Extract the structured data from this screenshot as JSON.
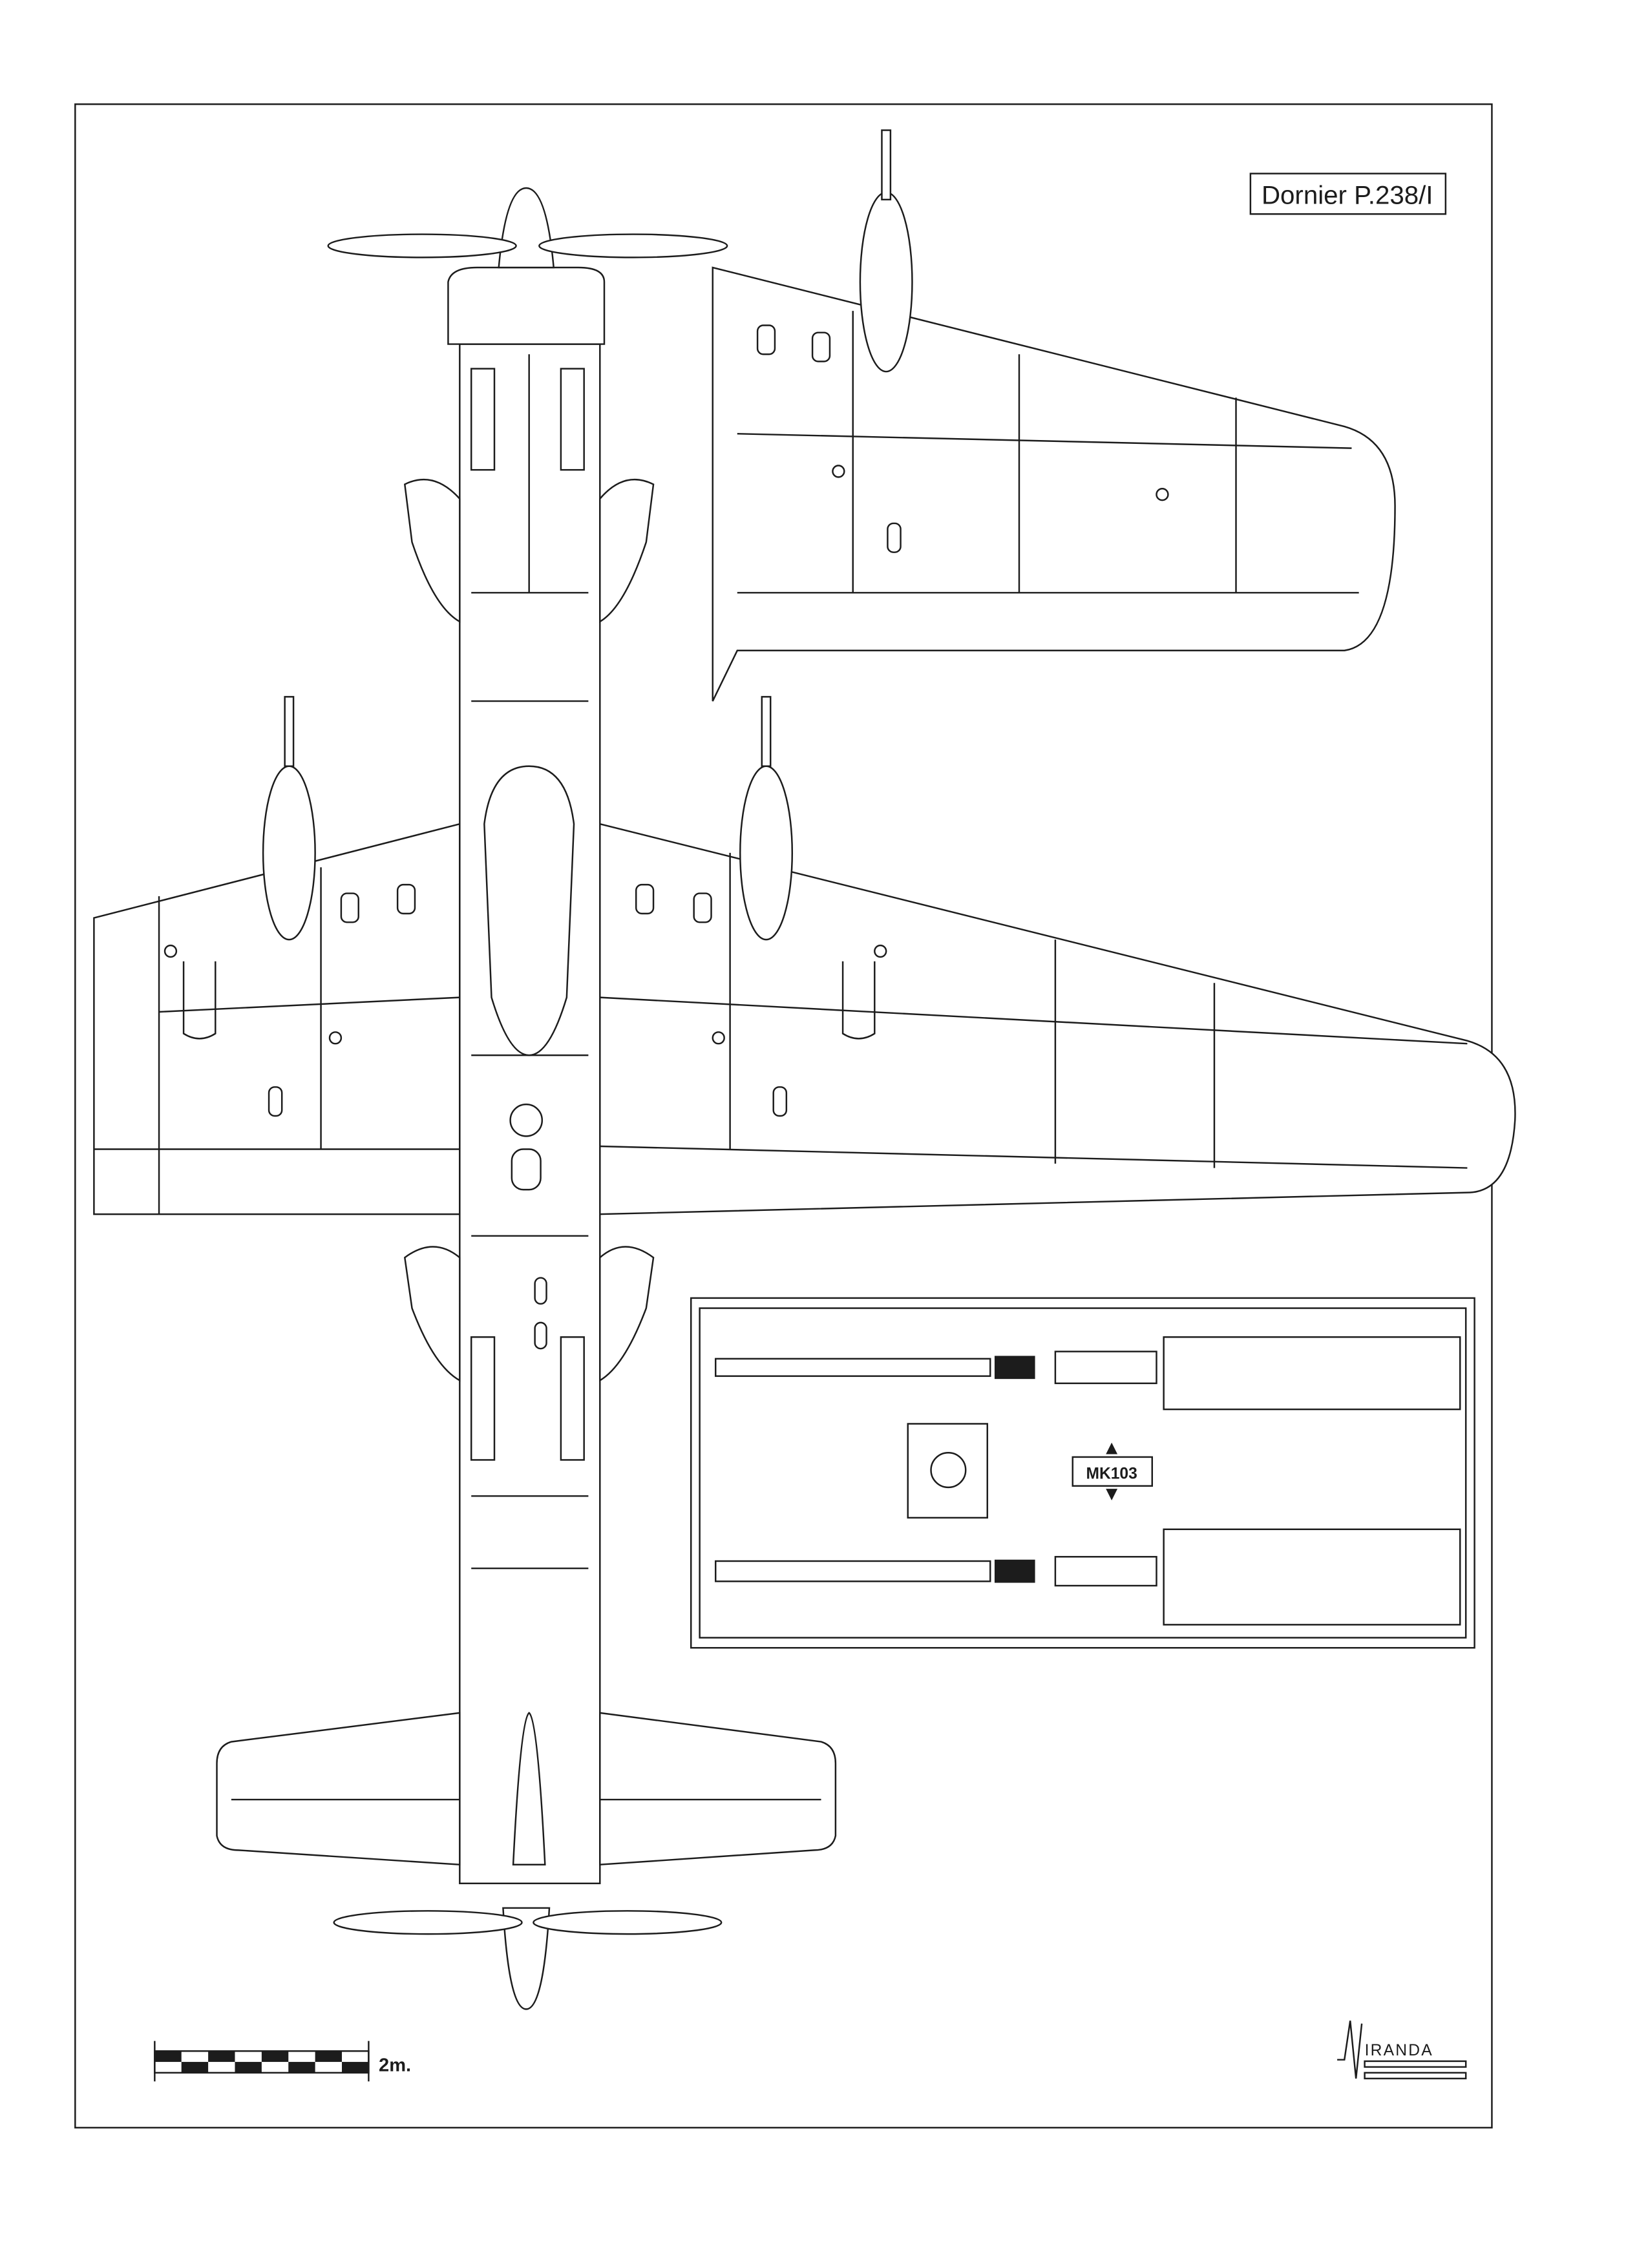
{
  "drawing": {
    "title": "Dornier P.238/I",
    "gun_label": "MK103",
    "scale_label": "2m.",
    "logo_text": "MIRANDA",
    "colors": {
      "ink": "#1c1c1c",
      "paper": "#ffffff"
    }
  }
}
